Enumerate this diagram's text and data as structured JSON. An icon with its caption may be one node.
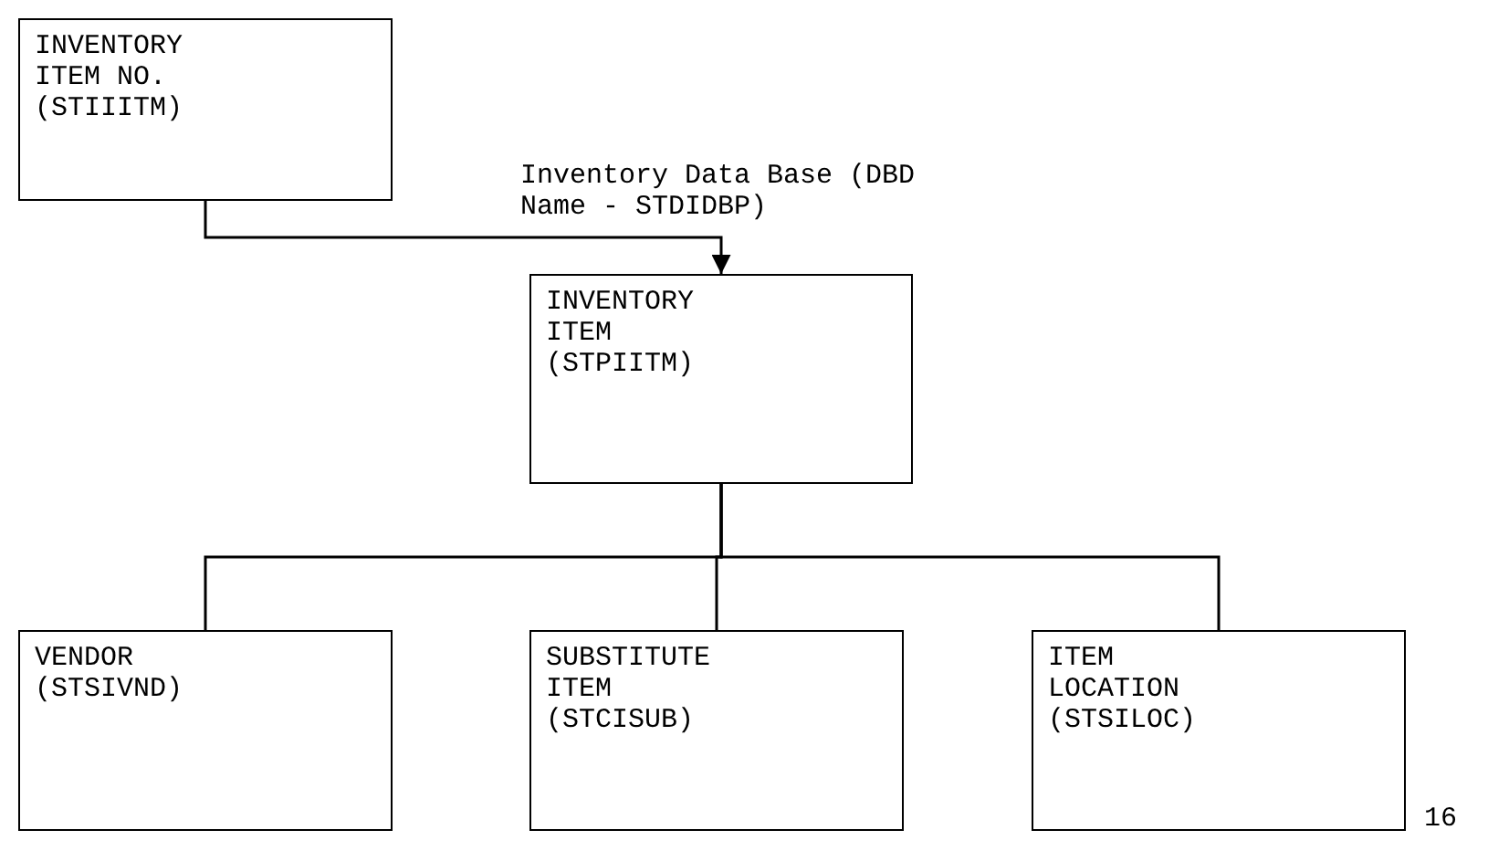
{
  "diagram": {
    "nodes": [
      {
        "text": [
          "INVENTORY ITEM NO.",
          "(STIIITM)"
        ]
      },
      {
        "text": [
          "INVENTORY ITEM",
          "(STPIITM)"
        ],
        "beside": [
          "Inventory Data Base (DBD Name - STDIDBP)"
        ]
      },
      {
        "text": [
          "VENDOR",
          "(STSIVND)"
        ]
      },
      {
        "text": [
          "SUBSTITUTE ITEM",
          "(STCISUB)"
        ]
      },
      {
        "text": [
          "ITEM LOCATION",
          "(STSILOC)"
        ]
      }
    ],
    "edges": [
      {
        "from": 0,
        "to": 1,
        "arrow": "to"
      },
      {
        "from": 1,
        "to": 2,
        "arrow": "none"
      },
      {
        "from": 1,
        "to": 3,
        "arrow": "none"
      },
      {
        "from": 1,
        "to": 4,
        "arrow": "none"
      }
    ],
    "labels": [
      "16"
    ]
  }
}
